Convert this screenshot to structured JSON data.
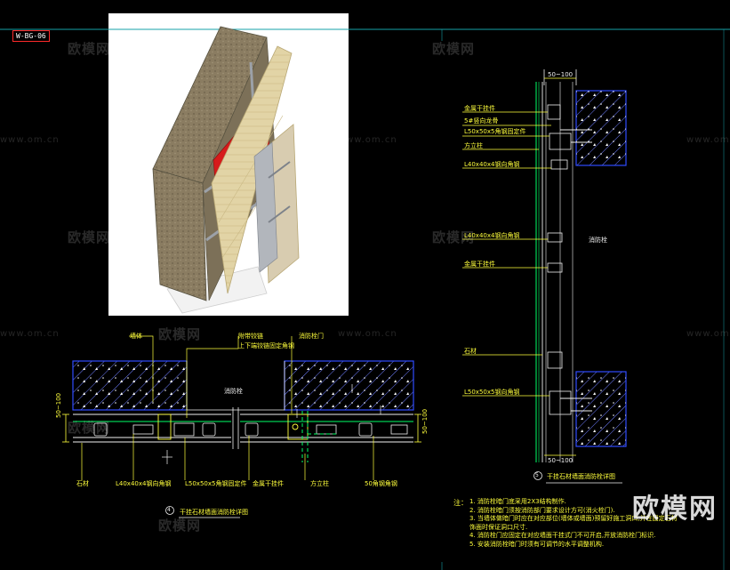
{
  "sheet": {
    "code": "W-BG-06"
  },
  "watermarks": {
    "brand_text": "欧模网",
    "url": "www.om.cn",
    "logo_text": "欧模网"
  },
  "plan_section": {
    "title": "干挂石材墙面消防栓详图",
    "number": "4",
    "dim": "50~100",
    "labels": {
      "wall": "墙体",
      "hydrant_box": "消防栓",
      "hinge": "附带铰链",
      "top_hinge": "上下端铰链固定角钢",
      "hydrant_door": "消防栓门",
      "stone": "石材",
      "angle_l40": "L40x40x4钢向角钢",
      "angle_l50": "L50x50x5角钢固定件",
      "metal_hanger": "金属干挂件",
      "square_post": "方立柱",
      "fixed_angle": "50角钢角钢"
    }
  },
  "elevation_section": {
    "title": "干挂石材墙面消防栓详图",
    "number": "5",
    "dims": [
      "50~100",
      "50~100"
    ],
    "labels": {
      "metal_hanger_1": "金属干挂件",
      "stone_keel": "5#竖向龙骨",
      "angle_fixing": "L50x50x5角钢固定件",
      "square_post": "方立柱",
      "angle_l40_1": "L40x40x4钢向角钢",
      "angle_l40_2": "L40x40x4钢向角钢",
      "metal_hanger_2": "金属干挂件",
      "hydrant": "消防栓",
      "stone": "石材",
      "angle_l50": "L50x50x5钢向角钢"
    }
  },
  "notes": {
    "title": "注：",
    "items": [
      "1. 消防栓暗门底采用2X3结构制作.",
      "2. 消防栓暗门须按消防部门要求设计方可(消火栓门).",
      "3. 当墙体做暗门时应在对应部位(墙体或墙面)预留好施工洞口,并在固定石材",
      "    饰面时保证洞口尺寸.",
      "4. 消防栓门应固定在对应墙面干挂式门不可开启,开放消防栓门标识.",
      "5. 安装消防栓暗门时须有可调节的水平调整机构."
    ]
  },
  "colors": {
    "background": "#000000",
    "annotation": "#ffff3c",
    "concrete_outline": "#2f4bff",
    "hatch": "#7b8cff",
    "structure": "#00ff66",
    "dimension": "#ff3cff",
    "frame_line": "#16a2a8"
  }
}
